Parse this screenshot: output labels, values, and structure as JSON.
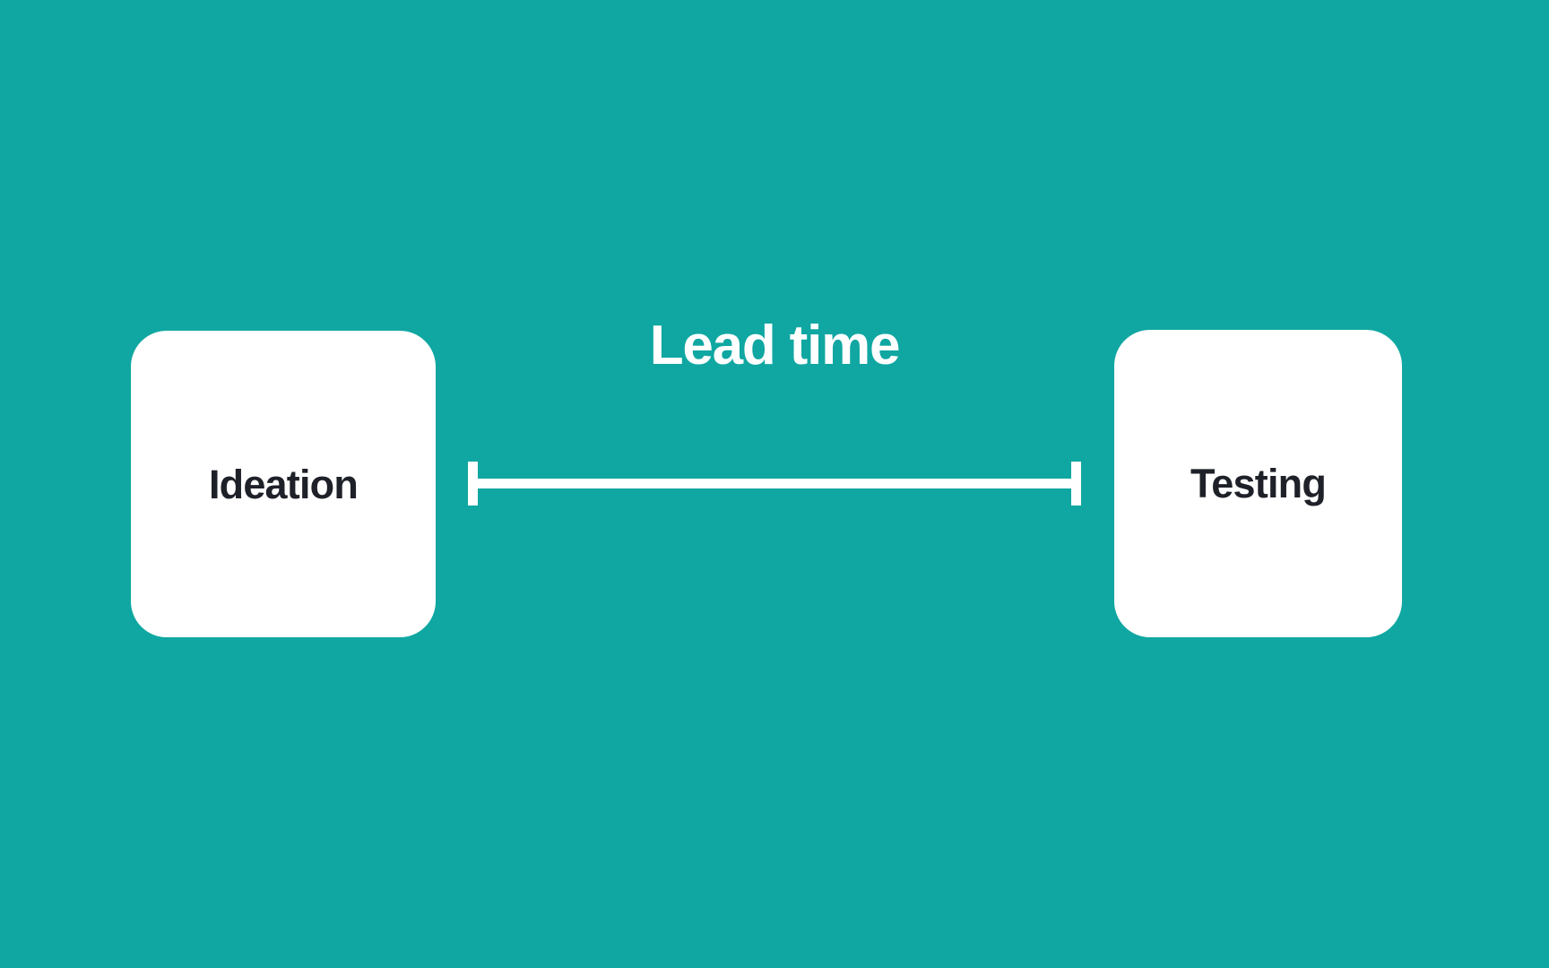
{
  "diagram": {
    "title": "Lead time",
    "background_color": "#10a7a2",
    "node_fill_color": "#ffffff",
    "node_text_color": "#1f2129",
    "connector_color": "#ffffff",
    "nodes": [
      {
        "id": "ideation",
        "label": "Ideation"
      },
      {
        "id": "testing",
        "label": "Testing"
      }
    ],
    "connector": {
      "label": "Lead time",
      "style": "measure-bar",
      "from": "Ideation",
      "to": "Testing",
      "start_cap": "tick",
      "end_cap": "tick"
    }
  }
}
